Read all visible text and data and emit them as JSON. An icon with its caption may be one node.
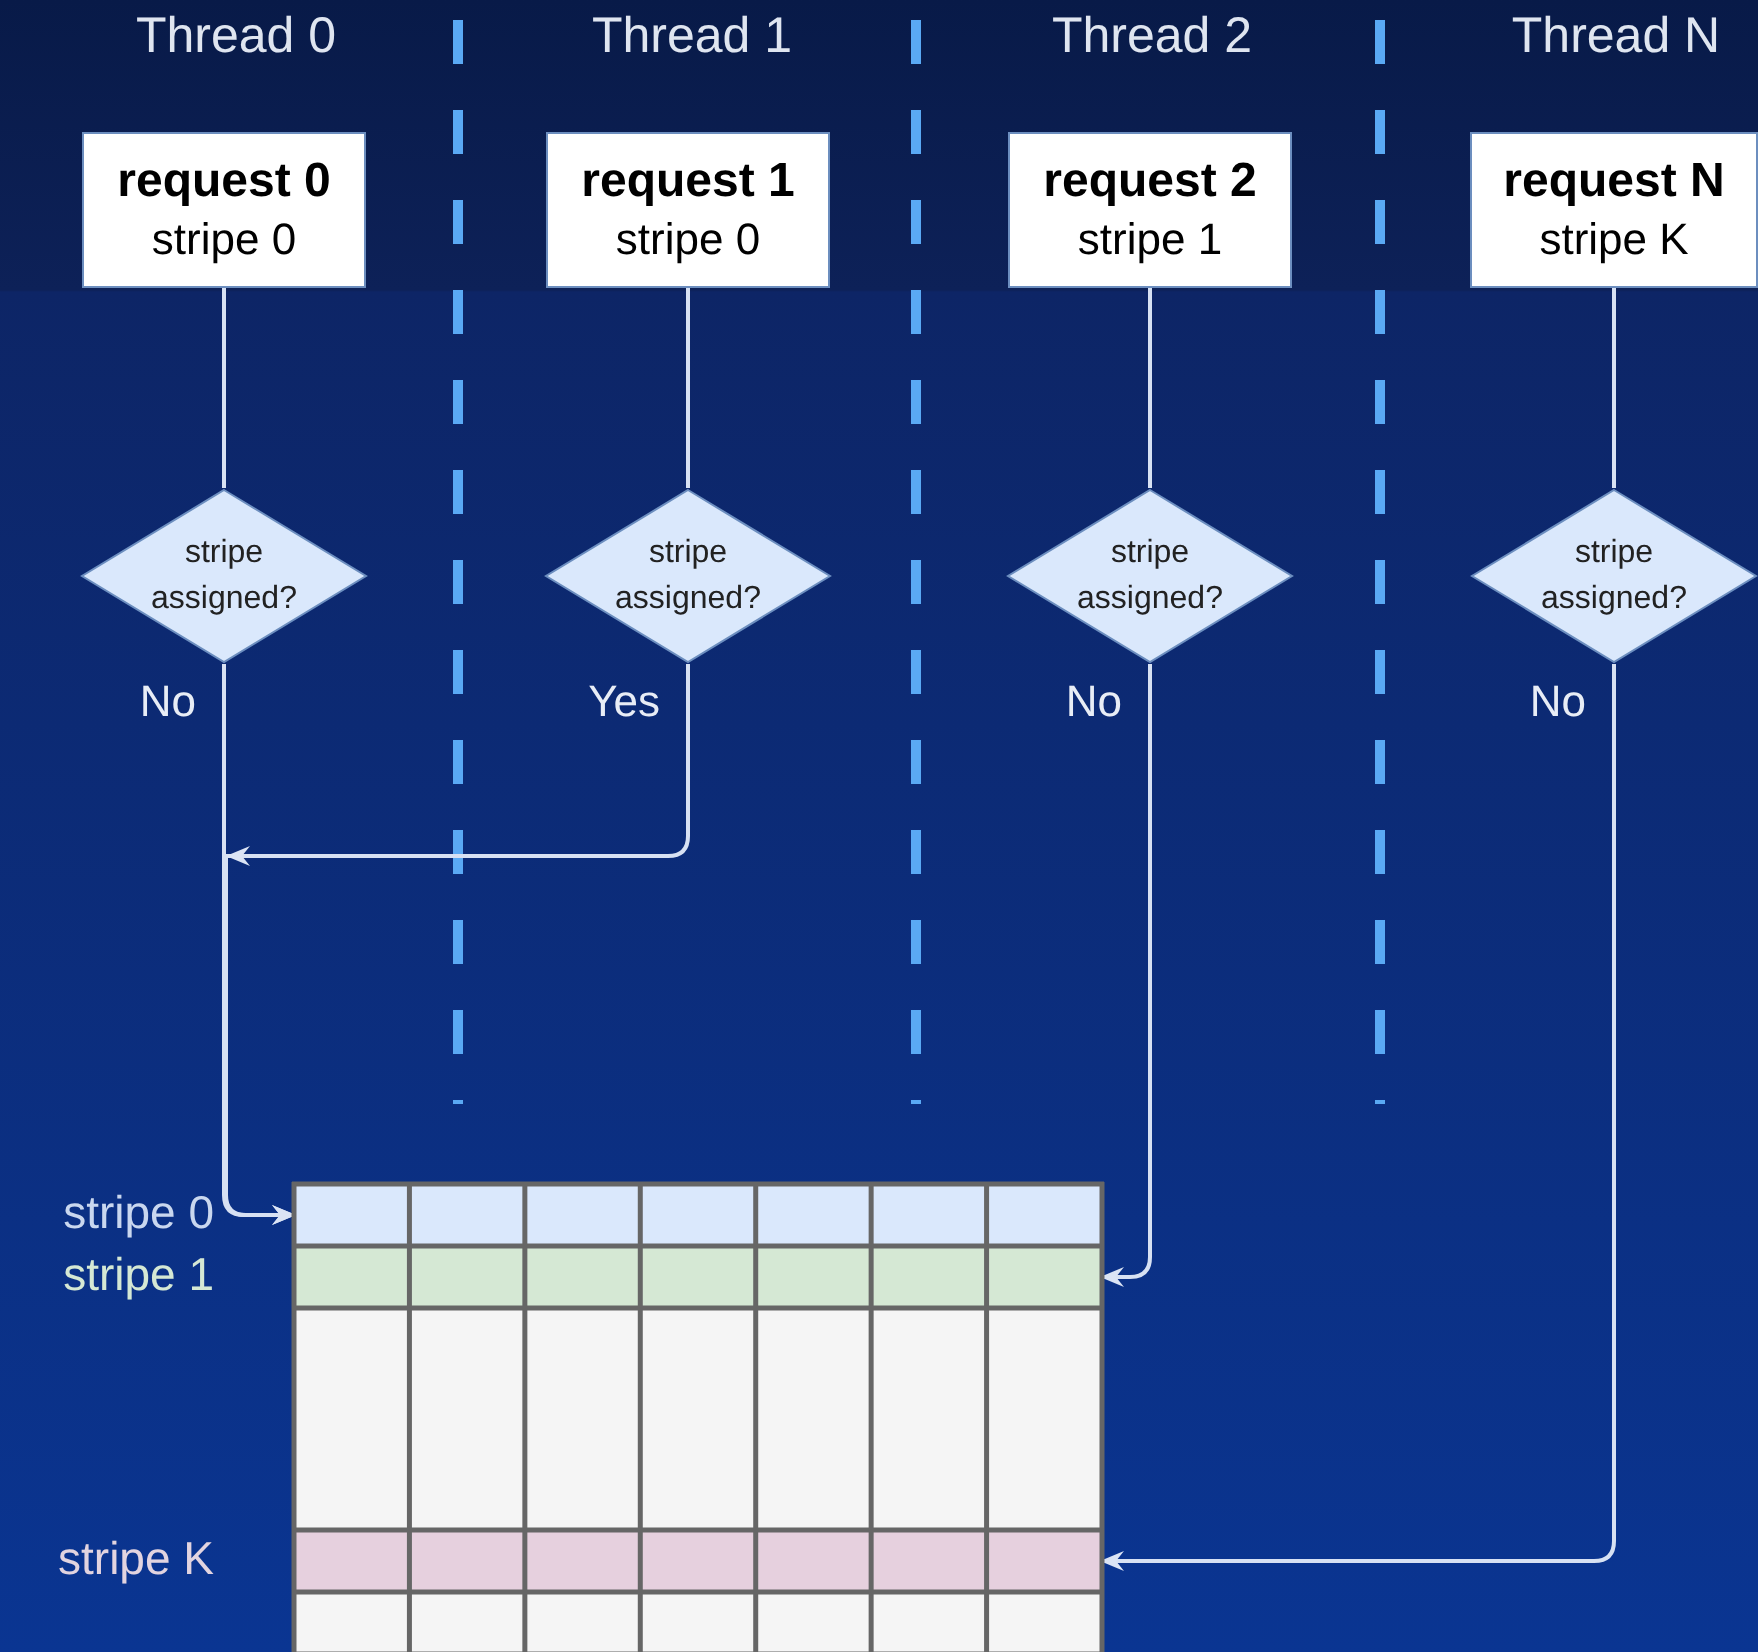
{
  "diagram": {
    "nodes": [
      {
        "text": [
          "request 0",
          "stripe 0"
        ]
      },
      {
        "text": [
          "request 1",
          "stripe 0"
        ]
      },
      {
        "text": [
          "request 2",
          "stripe 1"
        ]
      },
      {
        "text": [
          "request N",
          "stripe K"
        ]
      },
      {
        "text": [
          "stripe assigned?"
        ]
      },
      {
        "text": [
          "stripe assigned?"
        ]
      },
      {
        "text": [
          "stripe assigned?"
        ]
      },
      {
        "text": [
          "stripe assigned?"
        ]
      },
      {
        "text": [],
        "shape": "box"
      },
      {
        "text": [],
        "shape": "bar",
        "in": 8,
        "beside": [
          "stripe 0"
        ]
      },
      {
        "text": [],
        "shape": "bar",
        "in": 8,
        "beside": [
          "stripe 1"
        ]
      },
      {
        "text": [],
        "shape": "bar",
        "in": 8,
        "beside": [
          "stripe K"
        ]
      }
    ],
    "edges": [
      {
        "from": 0,
        "to": 4,
        "arrow": "none"
      },
      {
        "from": 1,
        "to": 5,
        "arrow": "none"
      },
      {
        "from": 2,
        "to": 6,
        "arrow": "none"
      },
      {
        "from": 3,
        "to": 7,
        "arrow": "none"
      },
      {
        "from": 4,
        "to": 9,
        "arrow": "to",
        "label": "No"
      },
      {
        "from": 5,
        "to": 9,
        "arrow": "to",
        "label": "Yes"
      },
      {
        "from": 6,
        "to": 10,
        "arrow": "to",
        "label": "No"
      },
      {
        "from": 7,
        "to": 11,
        "arrow": "to",
        "label": "No"
      }
    ],
    "labels": [
      "Thread 0",
      "Thread 1",
      "Thread 2",
      "Thread N"
    ]
  }
}
